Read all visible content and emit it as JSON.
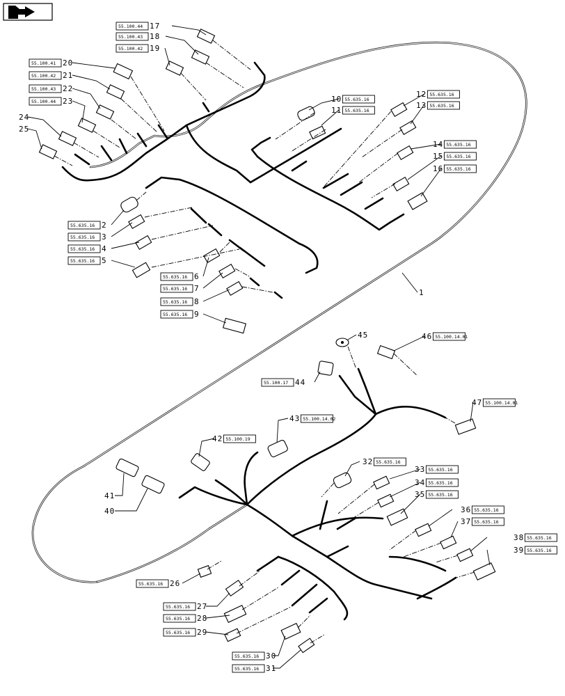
{
  "callouts": [
    {
      "n": "1"
    },
    {
      "n": "2",
      "ref": "55.635.16"
    },
    {
      "n": "3",
      "ref": "55.635.16"
    },
    {
      "n": "4",
      "ref": "55.635.16"
    },
    {
      "n": "5",
      "ref": "55.635.16"
    },
    {
      "n": "6",
      "ref": "55.635.16"
    },
    {
      "n": "7",
      "ref": "55.635.16"
    },
    {
      "n": "8",
      "ref": "55.635.16"
    },
    {
      "n": "9",
      "ref": "55.635.16"
    },
    {
      "n": "10",
      "ref": "55.635.16"
    },
    {
      "n": "11",
      "ref": "55.635.16"
    },
    {
      "n": "12",
      "ref": "55.635.16"
    },
    {
      "n": "13",
      "ref": "55.635.16"
    },
    {
      "n": "14",
      "ref": "55.635.16"
    },
    {
      "n": "15",
      "ref": "55.635.16"
    },
    {
      "n": "16",
      "ref": "55.635.16"
    },
    {
      "n": "17",
      "ref": "55.100.44"
    },
    {
      "n": "18",
      "ref": "55.100.43"
    },
    {
      "n": "19",
      "ref": "55.100.42"
    },
    {
      "n": "20",
      "ref": "55.100.41"
    },
    {
      "n": "21",
      "ref": "55.100.42"
    },
    {
      "n": "22",
      "ref": "55.100.43"
    },
    {
      "n": "23",
      "ref": "55.100.44"
    },
    {
      "n": "24"
    },
    {
      "n": "25"
    },
    {
      "n": "26",
      "ref": "55.635.16"
    },
    {
      "n": "27",
      "ref": "55.635.16"
    },
    {
      "n": "28",
      "ref": "55.635.16"
    },
    {
      "n": "29",
      "ref": "55.635.16"
    },
    {
      "n": "30",
      "ref": "55.635.16"
    },
    {
      "n": "31",
      "ref": "55.635.16"
    },
    {
      "n": "32",
      "ref": "55.635.16"
    },
    {
      "n": "33",
      "ref": "55.635.16"
    },
    {
      "n": "34",
      "ref": "55.635.16"
    },
    {
      "n": "35",
      "ref": "55.635.16"
    },
    {
      "n": "36",
      "ref": "55.635.16"
    },
    {
      "n": "37",
      "ref": "55.635.16"
    },
    {
      "n": "38",
      "ref": "55.635.16"
    },
    {
      "n": "39",
      "ref": "55.635.16"
    },
    {
      "n": "40"
    },
    {
      "n": "41"
    },
    {
      "n": "42",
      "ref": "55.100.19"
    },
    {
      "n": "43",
      "ref": "55.100.14.02"
    },
    {
      "n": "44",
      "ref": "55.100.17"
    },
    {
      "n": "45"
    },
    {
      "n": "46",
      "ref": "55.100.14.01"
    },
    {
      "n": "47",
      "ref": "55.100.14.01"
    }
  ]
}
